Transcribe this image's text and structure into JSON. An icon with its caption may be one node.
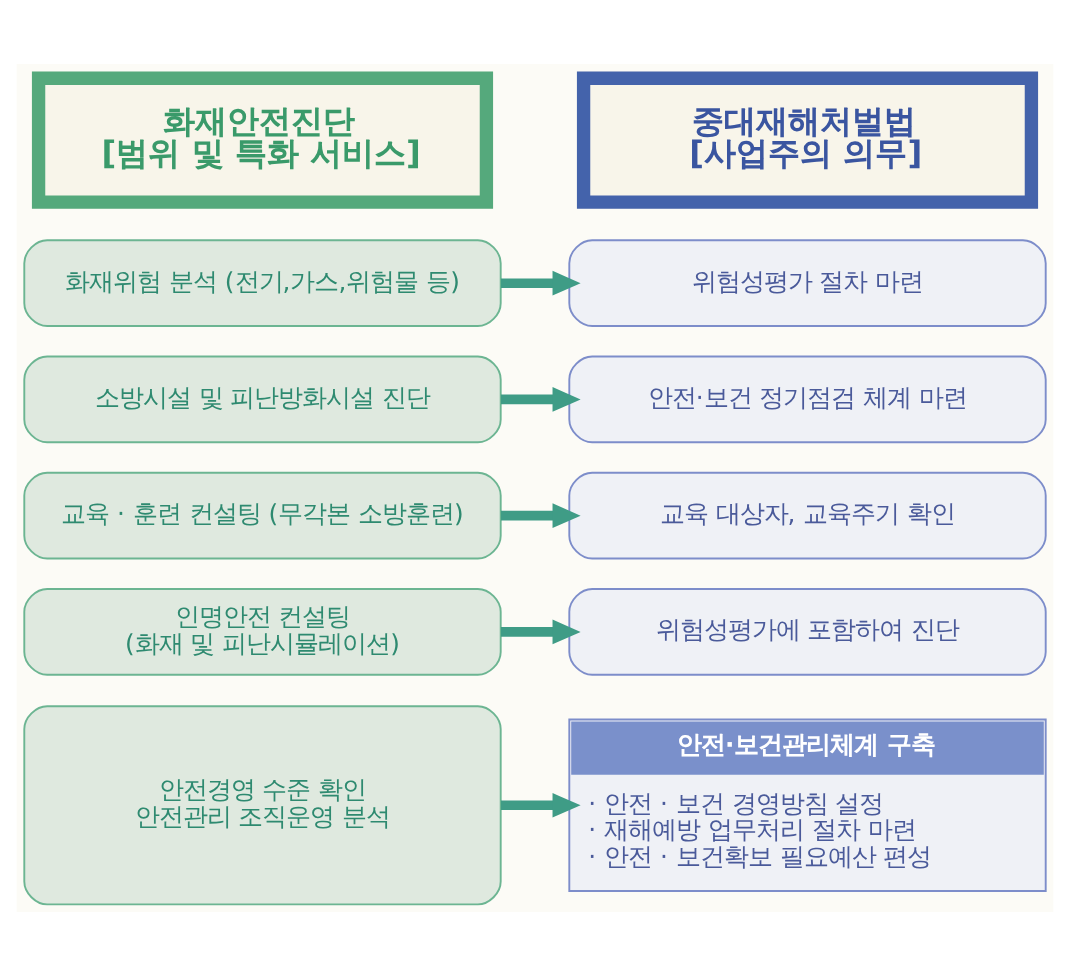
{
  "diagram": {
    "nodes": [
      {
        "text": [
          "화재안전진단",
          "[범위 및 특화 서비스]"
        ]
      },
      {
        "text": [
          "중대재해처벌법",
          "[사업주의 의무]"
        ]
      },
      {
        "text": [
          "화재위험 분석 (전기,가스,위험물 등)"
        ]
      },
      {
        "text": [
          "위험성평가 절차 마련"
        ]
      },
      {
        "text": [
          "소방시설 및 피난방화시설 진단"
        ]
      },
      {
        "text": [
          "안전·보건 정기점검 체계 마련"
        ]
      },
      {
        "text": [
          "교육 · 훈련 컨설팅 (무각본 소방훈련)"
        ]
      },
      {
        "text": [
          "교육 대상자, 교육주기 확인"
        ]
      },
      {
        "text": [
          "인명안전 컨설팅",
          "(화재 및 피난시뮬레이션)"
        ]
      },
      {
        "text": [
          "위험성평가에 포함하여 진단"
        ]
      },
      {
        "text": [
          "안전경영 수준 확인",
          "안전관리 조직운영 분석"
        ]
      },
      {
        "text": [
          "안전·보건관리체계 구축",
          "· 안전 · 보건 경영방침 설정",
          "· 재해예방 업무처리 절차 마련",
          "· 안전 · 보건확보 필요예산 편성"
        ]
      }
    ],
    "edges": [
      {
        "from": 2,
        "to": 3,
        "arrow": "to"
      },
      {
        "from": 4,
        "to": 5,
        "arrow": "to"
      },
      {
        "from": 6,
        "to": 7,
        "arrow": "to"
      },
      {
        "from": 8,
        "to": 9,
        "arrow": "to"
      },
      {
        "from": 10,
        "to": 11,
        "arrow": "to"
      }
    ]
  }
}
